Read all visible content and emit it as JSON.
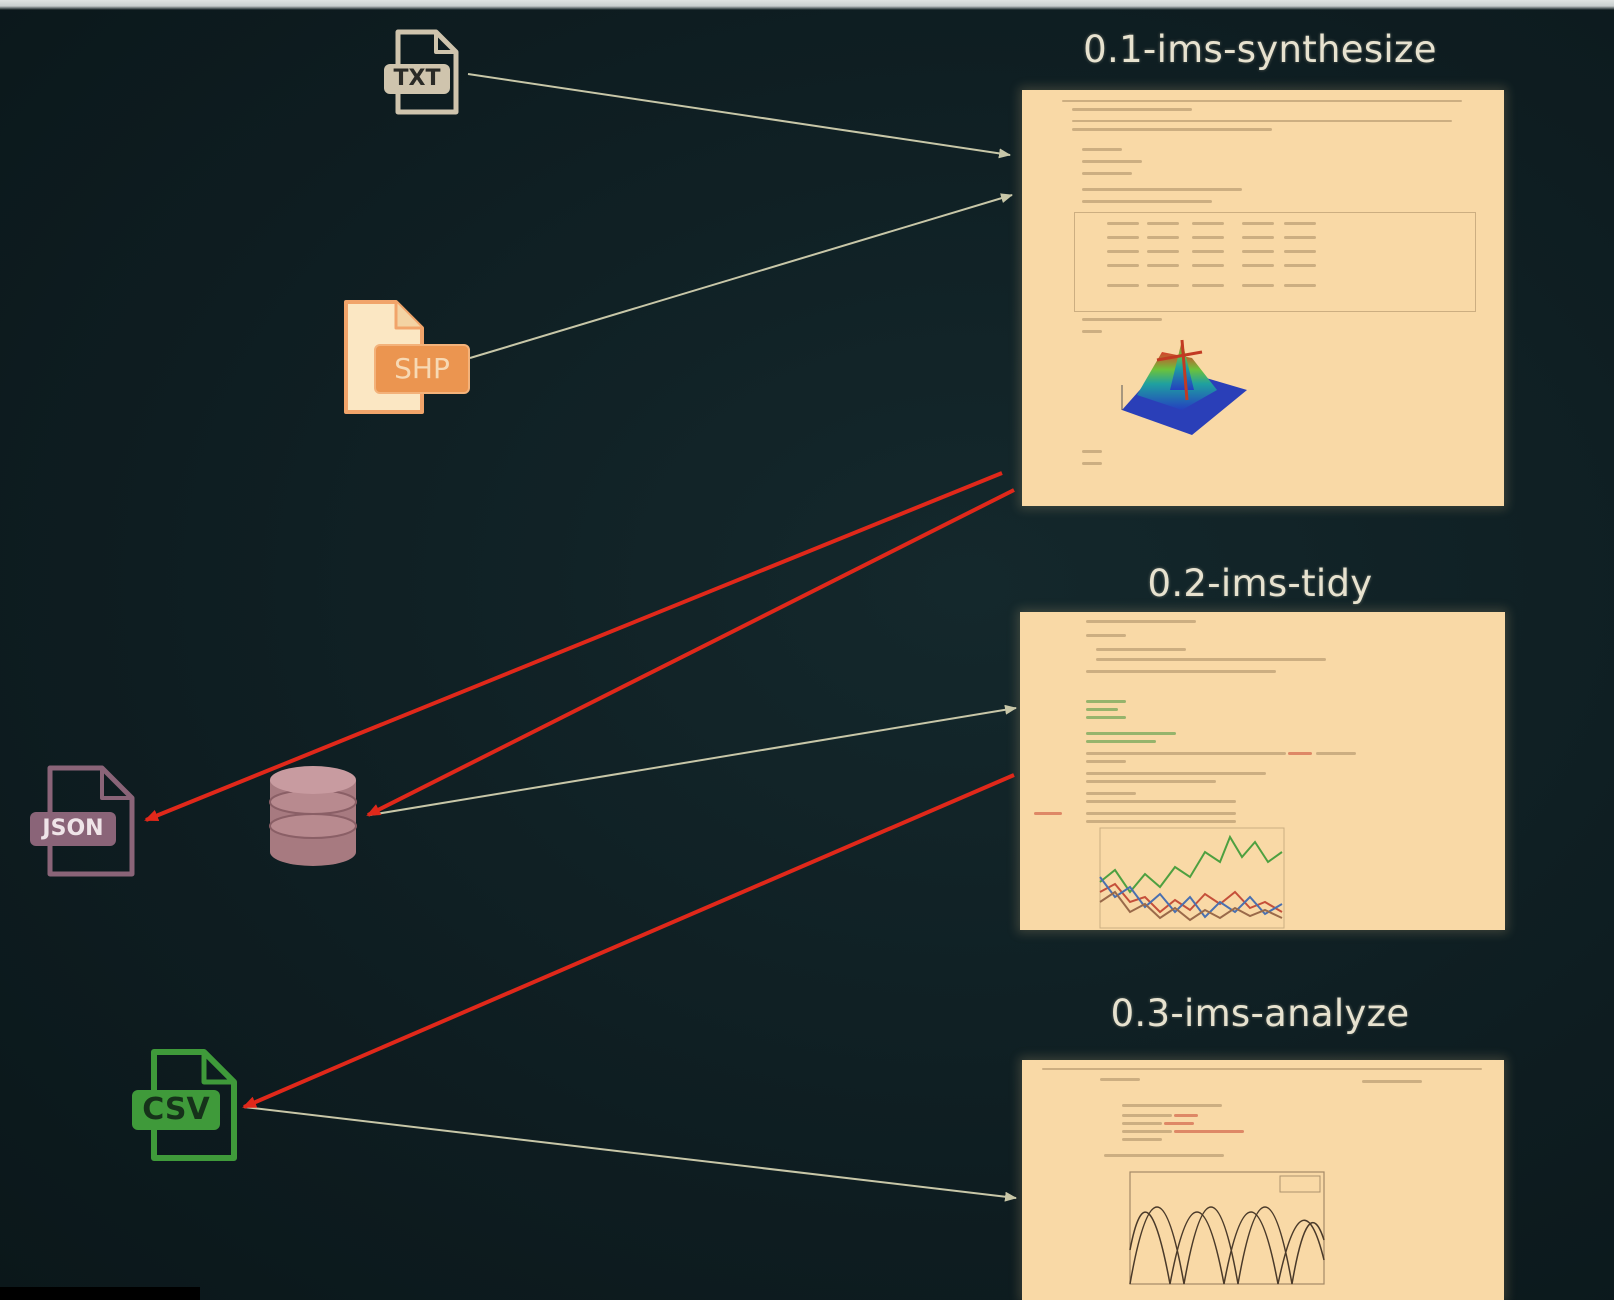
{
  "notebooks": {
    "synthesize": {
      "title": "0.1-ims-synthesize"
    },
    "tidy": {
      "title": "0.2-ims-tidy"
    },
    "analyze": {
      "title": "0.3-ims-analyze"
    }
  },
  "files": {
    "txt": {
      "label": "TXT",
      "icon": "txt-file-icon"
    },
    "shp": {
      "label": "SHP",
      "icon": "shp-file-icon"
    },
    "json": {
      "label": "JSON",
      "icon": "json-file-icon"
    },
    "database": {
      "icon": "database-icon"
    },
    "csv": {
      "label": "CSV",
      "icon": "csv-file-icon"
    }
  },
  "colors": {
    "background": "#0f1e22",
    "panel": "#f9d9a6",
    "input_arrow": "#c8c7a8",
    "output_arrow": "#e0281a",
    "title": "#e7e2cf"
  }
}
